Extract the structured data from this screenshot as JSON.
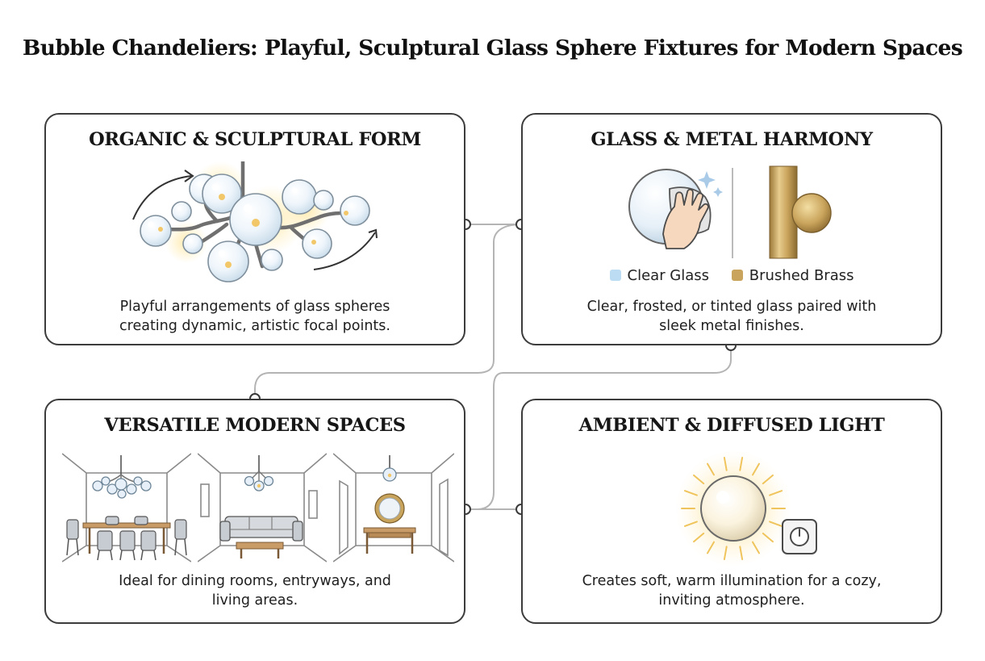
{
  "title": "Bubble Chandeliers: Playful, Sculptural Glass Sphere Fixtures for Modern Spaces",
  "cards": {
    "form": {
      "title": "ORGANIC & SCULPTURAL FORM",
      "desc_line1": "Playful arrangements of glass spheres",
      "desc_line2": "creating dynamic, artistic focal points.",
      "illustration_icon": "bubble-chandelier-icon"
    },
    "harmony": {
      "title": "GLASS & METAL HARMONY",
      "desc_line1": "Clear, frosted, or tinted glass paired with",
      "desc_line2": "sleek metal finishes.",
      "legend": [
        {
          "label": "Clear Glass",
          "color": "#bcdcf3"
        },
        {
          "label": "Brushed Brass",
          "color": "#c9a45c"
        }
      ],
      "illustration_icons": [
        "glass-wipe-icon",
        "brass-knob-icon"
      ]
    },
    "spaces": {
      "title": "VERSATILE MODERN SPACES",
      "desc_line1": "Ideal for dining rooms, entryways, and",
      "desc_line2": "living areas.",
      "illustration_icons": [
        "dining-room-icon",
        "living-room-icon",
        "entryway-icon"
      ]
    },
    "light": {
      "title": "AMBIENT & DIFFUSED LIGHT",
      "desc_line1": "Creates soft, warm illumination for a cozy,",
      "desc_line2": "inviting atmosphere.",
      "illustration_icons": [
        "glowing-globe-icon",
        "dimmer-switch-icon"
      ]
    }
  },
  "colors": {
    "border": "#3c3c3c",
    "connector": "#b4b4b4",
    "brass": "#c9a45c",
    "glass": "#bcdcf3",
    "glow": "#f6cf6e"
  }
}
